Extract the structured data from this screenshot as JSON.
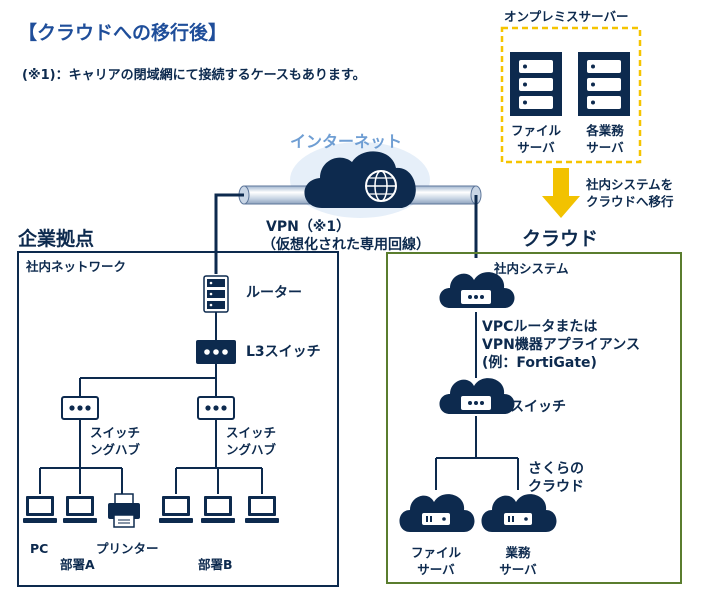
{
  "title": "【クラウドへの移行後】",
  "note": "(※1)：キャリアの閉域網にて接続するケースもあります。",
  "onprem": {
    "title": "オンプレミスサーバー",
    "file_server": [
      "ファイル",
      "サーバ"
    ],
    "business_server": [
      "各業務",
      "サーバ"
    ]
  },
  "migrate_label": [
    "社内システムを",
    "クラウドへ移行"
  ],
  "internet_label": "インターネット",
  "vpn_label": [
    "VPN（※1）",
    "（仮想化された専用回線）"
  ],
  "office": {
    "title": "企業拠点",
    "network_label": "社内ネットワーク",
    "router_label": "ルーター",
    "l3_switch_label": "L3スイッチ",
    "hub_label": [
      "スイッチ",
      "ングハブ"
    ],
    "pc_label": "PC",
    "printer_label": "プリンター",
    "dept_a": "部署A",
    "dept_b": "部署B"
  },
  "cloud": {
    "title": "クラウド",
    "system_label": "社内システム",
    "vpc_label": [
      "VPCルータまたは",
      "VPN機器アプライアンス",
      "(例：FortiGate)"
    ],
    "switch_label": "スイッチ",
    "sakura_label": [
      "さくらの",
      "クラウド"
    ],
    "file_server": [
      "ファイル",
      "サーバ"
    ],
    "business_server": [
      "業務",
      "サーバ"
    ]
  },
  "colors": {
    "navy": "#0d2a4e",
    "title_blue": "#1f4e9a",
    "onprem_border": "#f5c400",
    "arrow_yellow": "#f2c200",
    "cloud_border": "#5a7d2e",
    "internet_blue": "#6f9ed3"
  }
}
